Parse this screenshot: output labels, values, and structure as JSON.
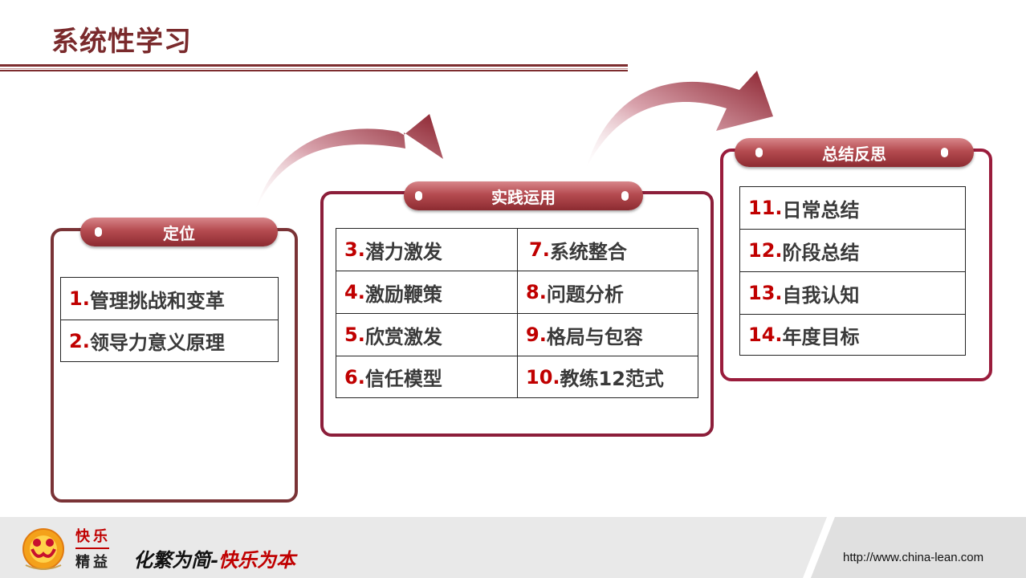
{
  "title": "系统性学习",
  "stages": [
    {
      "label": "定位",
      "items": [
        {
          "num": "1.",
          "text": "管理挑战和变革"
        },
        {
          "num": "2.",
          "text": "领导力意义原理"
        }
      ]
    },
    {
      "label": "实践运用",
      "items": [
        {
          "num": "3.",
          "text": "潜力激发"
        },
        {
          "num": "7.",
          "text": "系统整合"
        },
        {
          "num": "4.",
          "text": "激励鞭策"
        },
        {
          "num": "8.",
          "text": "问题分析"
        },
        {
          "num": "5.",
          "text": " 欣赏激发"
        },
        {
          "num": "9.",
          "text": "格局与包容"
        },
        {
          "num": "6.",
          "text": "信任模型"
        },
        {
          "num": "10.",
          "text": "教练12范式"
        }
      ]
    },
    {
      "label": "总结反思",
      "items": [
        {
          "num": "11.",
          "text": "日常总结"
        },
        {
          "num": "12.",
          "text": "阶段总结"
        },
        {
          "num": "13.",
          "text": "自我认知"
        },
        {
          "num": "14.",
          "text": "年度目标"
        }
      ]
    }
  ],
  "footer": {
    "logo_top": "快乐",
    "logo_bottom": "精益",
    "slogan_part1": "化繁为简-",
    "slogan_part2": "快乐为本",
    "url": "http://www.china-lean.com"
  },
  "colors": {
    "accent": "#7a2a2c",
    "number": "#c00000",
    "pill": "#b54b50"
  },
  "icons": [
    "curved-arrow-icon",
    "smiling-people-logo-icon"
  ]
}
